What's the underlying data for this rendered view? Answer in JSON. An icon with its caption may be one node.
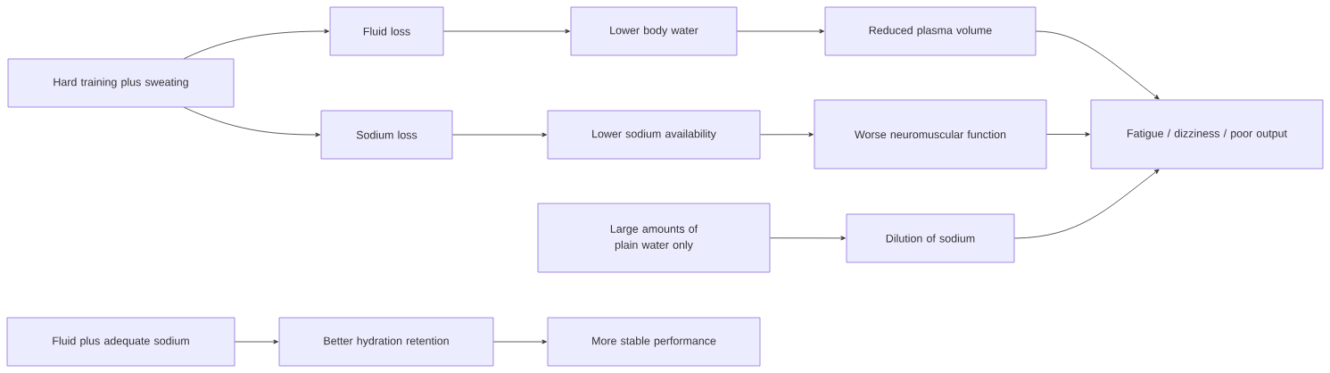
{
  "diagram": {
    "nodes": [
      {
        "text": [
          "Hard training plus sweating"
        ]
      },
      {
        "text": [
          "Fluid loss"
        ]
      },
      {
        "text": [
          "Lower body water"
        ]
      },
      {
        "text": [
          "Reduced plasma volume"
        ]
      },
      {
        "text": [
          "Sodium loss"
        ]
      },
      {
        "text": [
          "Lower sodium availability"
        ]
      },
      {
        "text": [
          "Worse neuromuscular function"
        ]
      },
      {
        "text": [
          "Fatigue / dizziness / poor output"
        ]
      },
      {
        "text": [
          "Large amounts of plain water only"
        ]
      },
      {
        "text": [
          "Dilution of sodium"
        ]
      },
      {
        "text": [
          "Fluid plus adequate sodium"
        ]
      },
      {
        "text": [
          "Better hydration retention"
        ]
      },
      {
        "text": [
          "More stable performance"
        ]
      }
    ],
    "edges": [
      {
        "from": 0,
        "to": 1,
        "arrow": "to"
      },
      {
        "from": 0,
        "to": 4,
        "arrow": "to"
      },
      {
        "from": 1,
        "to": 2,
        "arrow": "to"
      },
      {
        "from": 2,
        "to": 3,
        "arrow": "to"
      },
      {
        "from": 3,
        "to": 7,
        "arrow": "to"
      },
      {
        "from": 4,
        "to": 5,
        "arrow": "to"
      },
      {
        "from": 5,
        "to": 6,
        "arrow": "to"
      },
      {
        "from": 6,
        "to": 7,
        "arrow": "to"
      },
      {
        "from": 8,
        "to": 9,
        "arrow": "to"
      },
      {
        "from": 9,
        "to": 7,
        "arrow": "to"
      },
      {
        "from": 10,
        "to": 11,
        "arrow": "to"
      },
      {
        "from": 11,
        "to": 12,
        "arrow": "to"
      }
    ]
  }
}
